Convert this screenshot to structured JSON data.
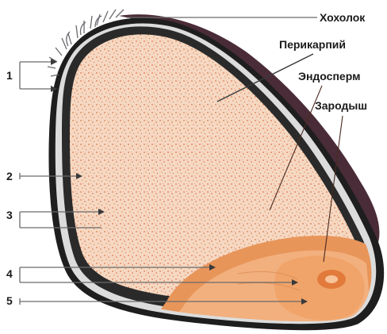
{
  "labels": {
    "tuft": "Хохолок",
    "pericarp": "Перикарпий",
    "endosperm": "Эндосперм",
    "embryo": "Зародыш"
  },
  "numbers": [
    "1",
    "2",
    "3",
    "4",
    "5"
  ],
  "colors": {
    "husk": "#4a2c38",
    "endosperm": "#f4d3b8",
    "endosperm_speckle": "#e07a4a",
    "aleurone": "#e8955a",
    "embryo": "#f0a46a",
    "embryo_core": "#e27a3c",
    "coat_dark": "#1e1e1e",
    "coat_light": "#e8e8e8"
  }
}
